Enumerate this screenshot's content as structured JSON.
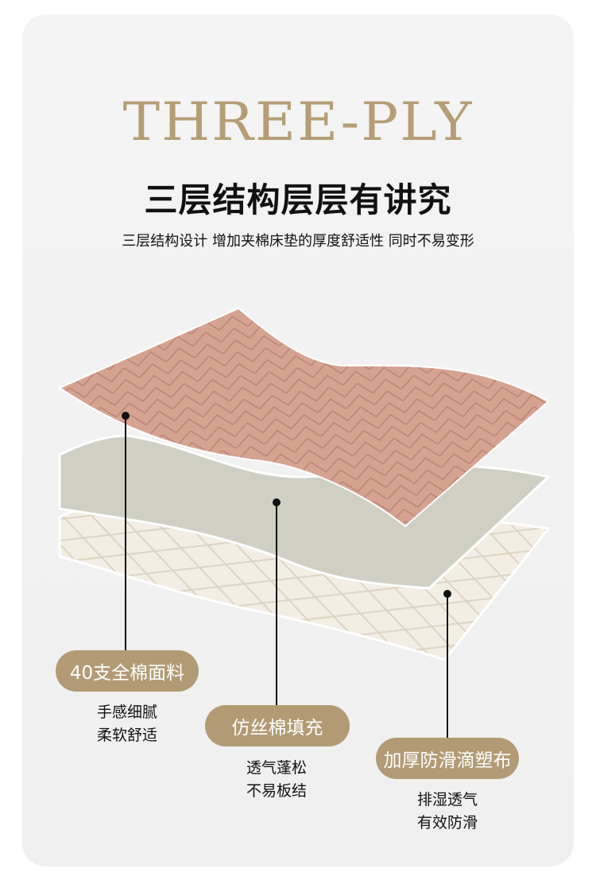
{
  "title_en": "THREE-PLY",
  "title_cn": "三层结构层层有讲究",
  "subtitle": "三层结构设计 增加夹棉床垫的厚度舒适性 同时不易变形",
  "layers": [
    {
      "label": "40支全棉面料",
      "desc1": "手感细腻",
      "desc2": "柔软舒适"
    },
    {
      "label": "仿丝棉填充",
      "desc1": "透气蓬松",
      "desc2": "不易板结"
    },
    {
      "label": "加厚防滑滴塑布",
      "desc1": "排湿透气",
      "desc2": "有效防滑"
    }
  ],
  "colors": {
    "accent": "#b29b74",
    "pink": "#d9a796",
    "gray": "#cfcfc4",
    "cream": "#f1ebdf"
  }
}
